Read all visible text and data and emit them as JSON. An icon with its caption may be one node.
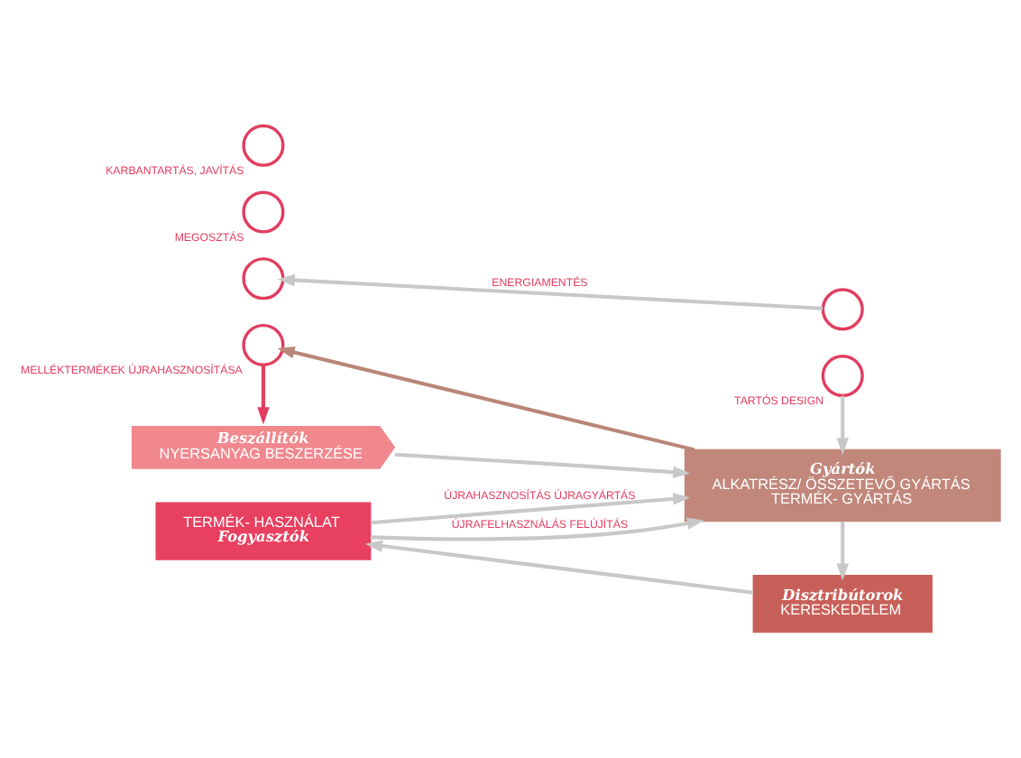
{
  "diagram": {
    "nodes": [
      {
        "text": [],
        "shape": "circle",
        "beside": [
          "MELLÉKTERMÉKEK ÚJRAHASZNOSÍTÁSA"
        ]
      },
      {
        "text": [],
        "shape": "circle",
        "beside": [
          "TARTÓS DESIGN"
        ]
      },
      {
        "text": [
          "Beszállítók",
          "NYERSANYAG BESZERZÉSE"
        ]
      },
      {
        "text": [
          "Gyártók",
          "ALKATRÉSZ/ ÖSSZETEVŐ GYÁRTÁS",
          "TERMÉK- GYÁRTÁS"
        ]
      },
      {
        "text": [],
        "shape": "circle"
      },
      {
        "text": [],
        "shape": "circle"
      },
      {
        "text": [
          "TERMÉK- HASZNÁLAT",
          "Fogyasztók"
        ]
      },
      {
        "text": [
          "Disztribútorok",
          "KERESKEDELEM"
        ]
      },
      {
        "text": [],
        "shape": "circle",
        "beside": [
          "MEGOSZTÁS"
        ]
      },
      {
        "text": [],
        "shape": "circle",
        "beside": [
          "KARBANTARTÁS, JAVÍTÁS"
        ]
      }
    ],
    "edges": [
      {
        "from": 3,
        "to": 0,
        "arrow": "to",
        "color": "#b98677"
      },
      {
        "from": 0,
        "to": 2,
        "arrow": "to",
        "color": "#e23d5f"
      },
      {
        "from": 1,
        "to": 3,
        "arrow": "to"
      },
      {
        "from": 2,
        "to": 3,
        "arrow": "to"
      },
      {
        "from": 3,
        "to": 7,
        "arrow": "to"
      },
      {
        "from": 7,
        "to": 6,
        "arrow": "to"
      },
      {
        "from": 5,
        "to": 4,
        "arrow": "to",
        "label": "ENERGIAMENTÉS"
      },
      {
        "from": 6,
        "to": 3,
        "arrow": "to",
        "label": "ÚJRAHASZNOSÍTÁS ÚJRAGYÁRTÁS"
      },
      {
        "from": 6,
        "to": 3,
        "arrow": "to",
        "label": "ÚJRAFELHASZNÁLÁS FELÚJÍTÁS"
      }
    ]
  }
}
